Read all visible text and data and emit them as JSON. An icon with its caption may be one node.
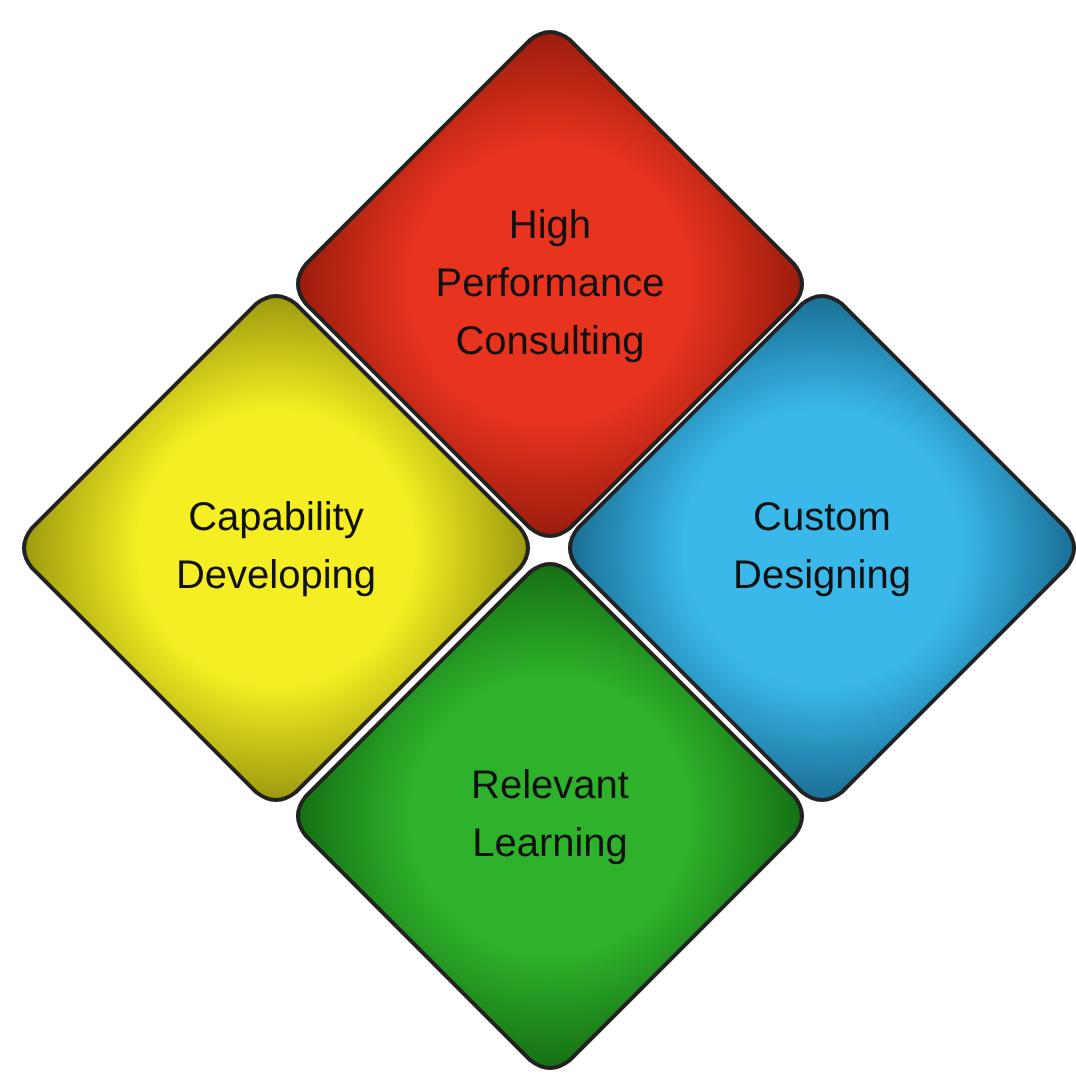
{
  "diagram": {
    "nodes": [
      {
        "text": [
          "High Performance Consulting"
        ]
      },
      {
        "text": [
          "Capability Developing"
        ]
      },
      {
        "text": [
          "Custom Designing"
        ]
      },
      {
        "text": [
          "Relevant Learning"
        ]
      }
    ]
  }
}
